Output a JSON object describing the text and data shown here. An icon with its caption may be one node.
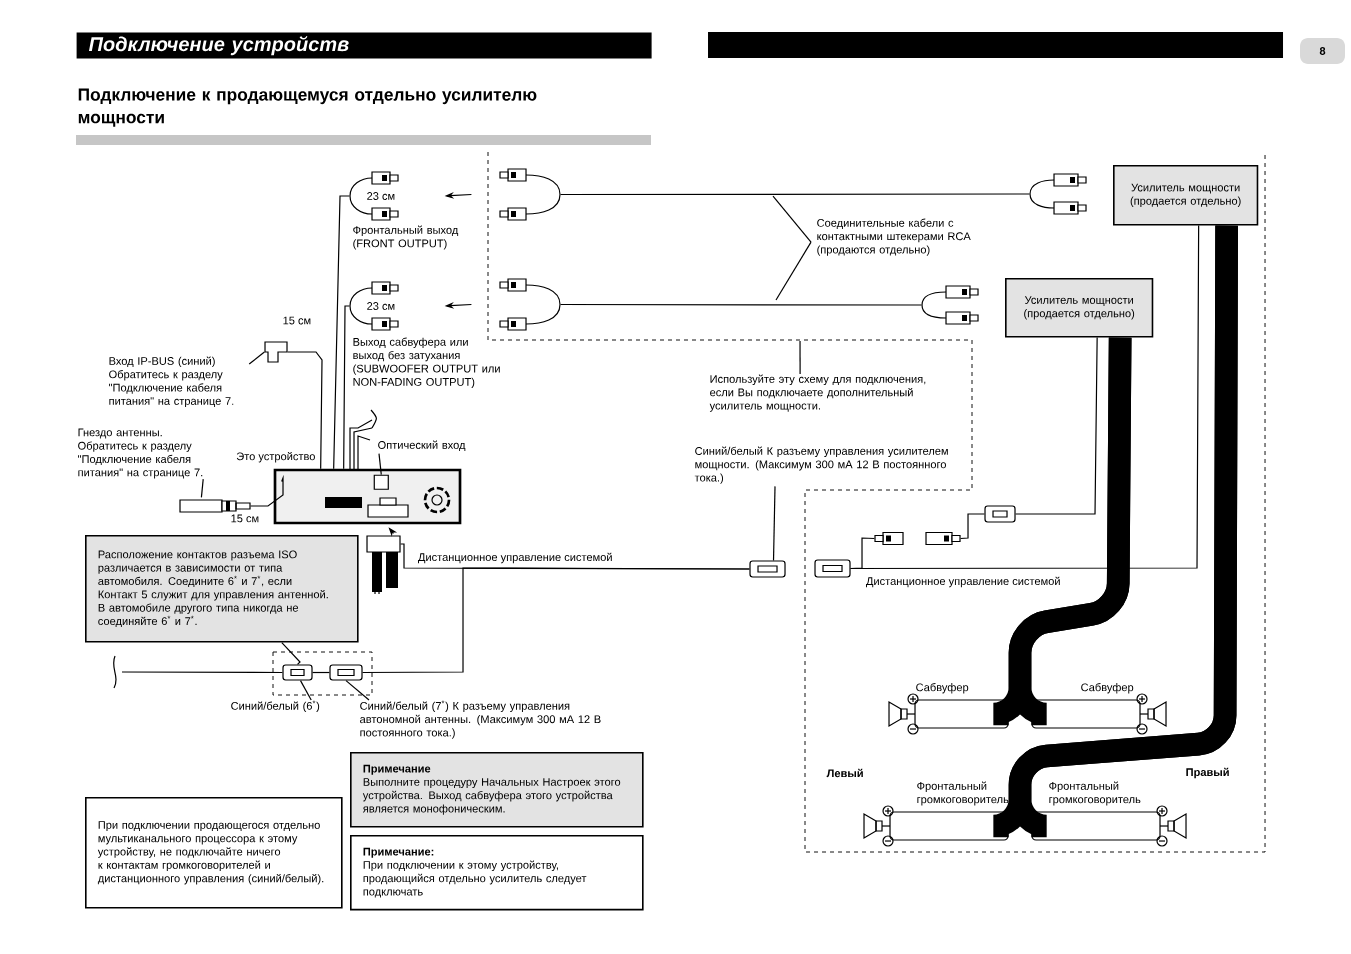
{
  "diagram": {
    "title": "Подключение к продающемуся отдельно усилителю мощности",
    "nodes": [
      {
        "text": [
          "Подключение устройств"
        ]
      },
      {
        "text": [],
        "shape": "bar"
      },
      {
        "text": [
          "8"
        ]
      },
      {
        "text": [
          "23 см"
        ],
        "beside": [
          "Фронтальный выход (FRONT OUTPUT)"
        ]
      },
      {
        "text": [],
        "shape": "picture"
      },
      {
        "text": [],
        "shape": "picture"
      },
      {
        "text": [
          "Усилитель мощности (продается отдельно)"
        ]
      },
      {
        "text": [
          "Соединительные кабели с контактными штекерами RCA (продаются отдельно)"
        ]
      },
      {
        "text": [
          "23 см"
        ],
        "beside": [
          "Выход сабвуфера или выход без затухания (SUBWOOFER OUTPUT или NON-FADING OUTPUT)"
        ]
      },
      {
        "text": [],
        "shape": "picture"
      },
      {
        "text": [],
        "shape": "picture"
      },
      {
        "text": [
          "Усилитель мощности (продается отдельно)"
        ]
      },
      {
        "text": [],
        "shape": "picture",
        "beside": [
          "15 см"
        ]
      },
      {
        "text": [
          "Используйте эту схему для подключения, если Вы подключаете дополнительный усилитель мощности."
        ]
      },
      {
        "text": [],
        "shape": "box",
        "in": 16
      },
      {
        "text": [],
        "shape": "box",
        "beside": [
          "15 см"
        ]
      },
      {
        "text": [],
        "shape": "box",
        "beside": [
          "Это устройство"
        ]
      },
      {
        "text": [],
        "shape": "picture"
      },
      {
        "text": [],
        "shape": "picture"
      },
      {
        "text": [],
        "shape": "picture"
      },
      {
        "text": [],
        "shape": "picture"
      },
      {
        "text": [],
        "shape": "picture"
      },
      {
        "text": [
          "Расположение контактов разъема ISO различается в зависимости от типа автомобиля. Соедините 6$^{*}$ и 7$^{*}$, если Контакт 5 служит для управления антенной. В автомобиле другого типа никогда не соединяйте 6$^{*}$ и 7$^{*}$."
        ]
      },
      {
        "text": [],
        "shape": "picture"
      },
      {
        "text": [],
        "shape": "picture"
      },
      {
        "text": [
          "Сабвуфер"
        ]
      },
      {
        "text": [
          "Сабвуфер"
        ]
      },
      {
        "text": [
          "Примечание",
          "Выполните процедуру Начальных Настроек этого устройства. Выход сабвуфера этого устройства является монофоническим."
        ]
      },
      {
        "text": [
          "Фронтальный громкоговоритель"
        ]
      },
      {
        "text": [
          "Фронтальный громкоговоритель"
        ]
      },
      {
        "text": [
          "При подключении продающегося отдельно мультиканального процессора к этому устройству, не подключайте ничего к контактам громкоговорителей и дистанционного управления (синий/белый)."
        ]
      },
      {
        "text": [
          "Примечание:",
          "При подключении к этому устройству, продающийся отдельно усилитель следует подключать"
        ]
      },
      {
        "text": [
          "Вход IP-BUS (синий) Обратитесь к разделу \"Подключение кабеля питания\" на странице 7."
        ]
      },
      {
        "text": [
          "Гнездо антенны. Обратитесь к разделу \"Подключение кабеля питания\" на странице 7."
        ]
      },
      {
        "text": [
          "Оптический вход"
        ]
      },
      {
        "text": [
          "Синий/белый К разъему управления усилителем мощности. (Максимум 300 мА 12 В постоянного тока.)"
        ]
      },
      {
        "text": [
          "Синий/белый (6$^{*}$)"
        ]
      },
      {
        "text": [
          "Синий/белый (7$^{*}$) К разъему управления автономной антенны. (Максимум 300 мА 12 В постоянного тока.)"
        ]
      }
    ],
    "edges": [
      {
        "from": 3,
        "to": 16,
        "arrow": "none"
      },
      {
        "from": 8,
        "to": 16,
        "arrow": "none"
      },
      {
        "from": 12,
        "to": 16,
        "arrow": "none"
      },
      {
        "from": 15,
        "to": 16,
        "arrow": "none"
      },
      {
        "from": 4,
        "to": 3,
        "arrow": "to"
      },
      {
        "from": 9,
        "to": 8,
        "arrow": "to"
      },
      {
        "from": 4,
        "to": 5,
        "arrow": "none"
      },
      {
        "from": 9,
        "to": 10,
        "arrow": "none"
      },
      {
        "from": 7,
        "to": null,
        "arrow": "none"
      },
      {
        "from": 7,
        "to": null,
        "arrow": "none"
      },
      {
        "from": 13,
        "to": null,
        "arrow": "none"
      },
      {
        "from": 18,
        "to": 16,
        "arrow": "to"
      },
      {
        "from": 18,
        "to": 17,
        "arrow": "none",
        "label": "Дистанционное управление системой"
      },
      {
        "from": 24,
        "to": 17,
        "arrow": "none"
      },
      {
        "from": 23,
        "to": 24,
        "arrow": "none"
      },
      {
        "from": null,
        "to": 23,
        "arrow": "none"
      },
      {
        "from": 22,
        "to": 23,
        "arrow": "none"
      },
      {
        "from": 21,
        "to": 19,
        "arrow": "none"
      },
      {
        "from": 19,
        "to": 20,
        "arrow": "none"
      },
      {
        "from": 20,
        "to": 11,
        "arrow": "none"
      },
      {
        "from": 21,
        "to": 6,
        "arrow": "none",
        "label": "Дистанционное управление системой"
      },
      {
        "from": 11,
        "to": 25,
        "arrow": "none",
        "style": "thick"
      },
      {
        "from": 11,
        "to": 26,
        "arrow": "none",
        "style": "thick"
      },
      {
        "from": 6,
        "to": 28,
        "arrow": "none",
        "style": "thick"
      },
      {
        "from": 6,
        "to": 29,
        "arrow": "none",
        "style": "thick"
      },
      {
        "from": 32,
        "to": 12,
        "arrow": "none"
      },
      {
        "from": 33,
        "to": 15,
        "arrow": "none"
      },
      {
        "from": 34,
        "to": 14,
        "arrow": "none"
      },
      {
        "from": 35,
        "to": 17,
        "arrow": "none"
      },
      {
        "from": 36,
        "to": 23,
        "arrow": "none"
      },
      {
        "from": 37,
        "to": 24,
        "arrow": "none"
      }
    ],
    "labels": [
      "Левый",
      "Правый"
    ]
  }
}
